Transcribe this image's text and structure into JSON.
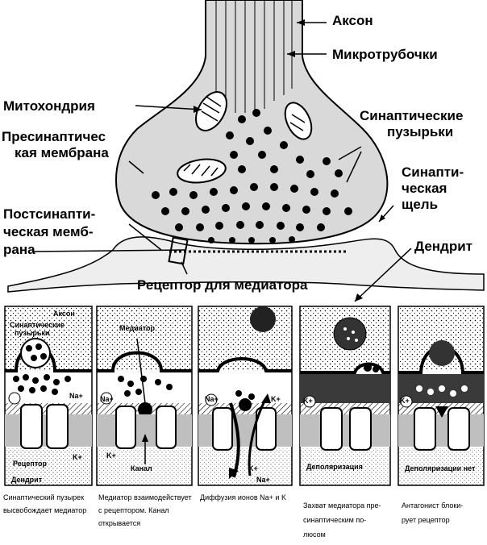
{
  "top_figure": {
    "labels": {
      "axon": "Аксон",
      "microtubules": "Микротрубочки",
      "mitochondria": "Митохондрия",
      "vesicles_line1": "Синаптические",
      "vesicles_line2": "пузырьки",
      "presyn_line1": "Пресинаптичес",
      "presyn_line2": "кая мембрана",
      "cleft_line1": "Синапти-",
      "cleft_line2": "ческая",
      "cleft_line3": "щель",
      "postsyn_line1": "Постсинапти-",
      "postsyn_line2": "ческая мемб-",
      "postsyn_line3": "рана",
      "dendrite": "Дендрит",
      "receptor": "Рецептор для медиатора"
    }
  },
  "panels": [
    {
      "labels": {
        "axon": "Аксон",
        "vesicles_line1": "Синаптические",
        "vesicles_line2": "пузырьки",
        "na": "Na+",
        "k": "K+",
        "receptor": "Рецептор",
        "dendrite": "Дендрит"
      },
      "caption_line1": "Синаптический пузырек",
      "caption_line2": "высвобождает медиатор"
    },
    {
      "labels": {
        "mediator": "Медиатор",
        "na": "Na+",
        "k": "K+",
        "channel": "Канал"
      },
      "caption_line1": "Медиатор взаимодействует",
      "caption_line2": "с рецептором. Канал",
      "caption_line3": "открывается"
    },
    {
      "labels": {
        "na_left": "Na+",
        "k_right": "K+",
        "k_bottom": "K+",
        "na_bottom": "Na+"
      },
      "caption_line1": "Диффузия ионов Na+ и K"
    },
    {
      "labels": {
        "k": "K+",
        "depol": "Деполяризация"
      },
      "caption_line1": "Захват медиатора пре-",
      "caption_line2": "синаптическим по-",
      "caption_line3": "люсом"
    },
    {
      "labels": {
        "k": "K+",
        "depol_none": "Деполяризации нет"
      },
      "caption_line1": "Антагонист блоки-",
      "caption_line2": "рует рецептор"
    }
  ],
  "colors": {
    "ink": "#000000",
    "paper": "#ffffff",
    "shade": "#bfbfbf",
    "dark_band": "#3a3a3a"
  }
}
